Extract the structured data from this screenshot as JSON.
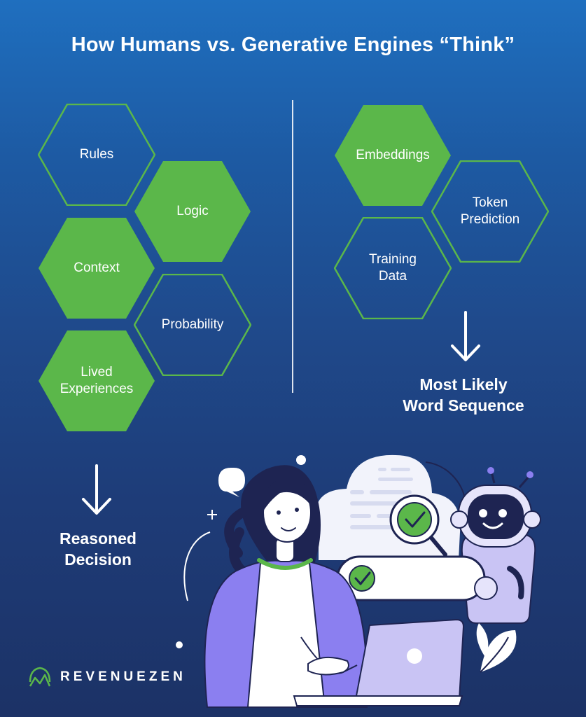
{
  "header": {
    "title": "How Humans vs. Generative Engines “Think”"
  },
  "human_side": {
    "hexagons": [
      {
        "label": "Rules",
        "filled": false
      },
      {
        "label": "Logic",
        "filled": true
      },
      {
        "label": "Context",
        "filled": true
      },
      {
        "label": "Probability",
        "filled": false
      },
      {
        "label": "Lived\nExperiences",
        "filled": true
      }
    ],
    "result": "Reasoned\nDecision"
  },
  "engine_side": {
    "hexagons": [
      {
        "label": "Embeddings",
        "filled": true
      },
      {
        "label": "Token\nPrediction",
        "filled": false
      },
      {
        "label": "Training\nData",
        "filled": false
      }
    ],
    "result": "Most Likely\nWord Sequence"
  },
  "brand": {
    "name": "REVENUEZEN"
  },
  "colors": {
    "accent_green": "#5bb74a",
    "background_top": "#1f6fbf",
    "background_bottom": "#1c3266",
    "outline_white": "#ffffff",
    "person_purple": "#8b7ff0",
    "navy": "#1e2452"
  },
  "icons": [
    "down-arrow-icon",
    "check-icon",
    "speech-bubble-icon",
    "robot-icon",
    "laptop-icon",
    "brand-logo-icon"
  ]
}
